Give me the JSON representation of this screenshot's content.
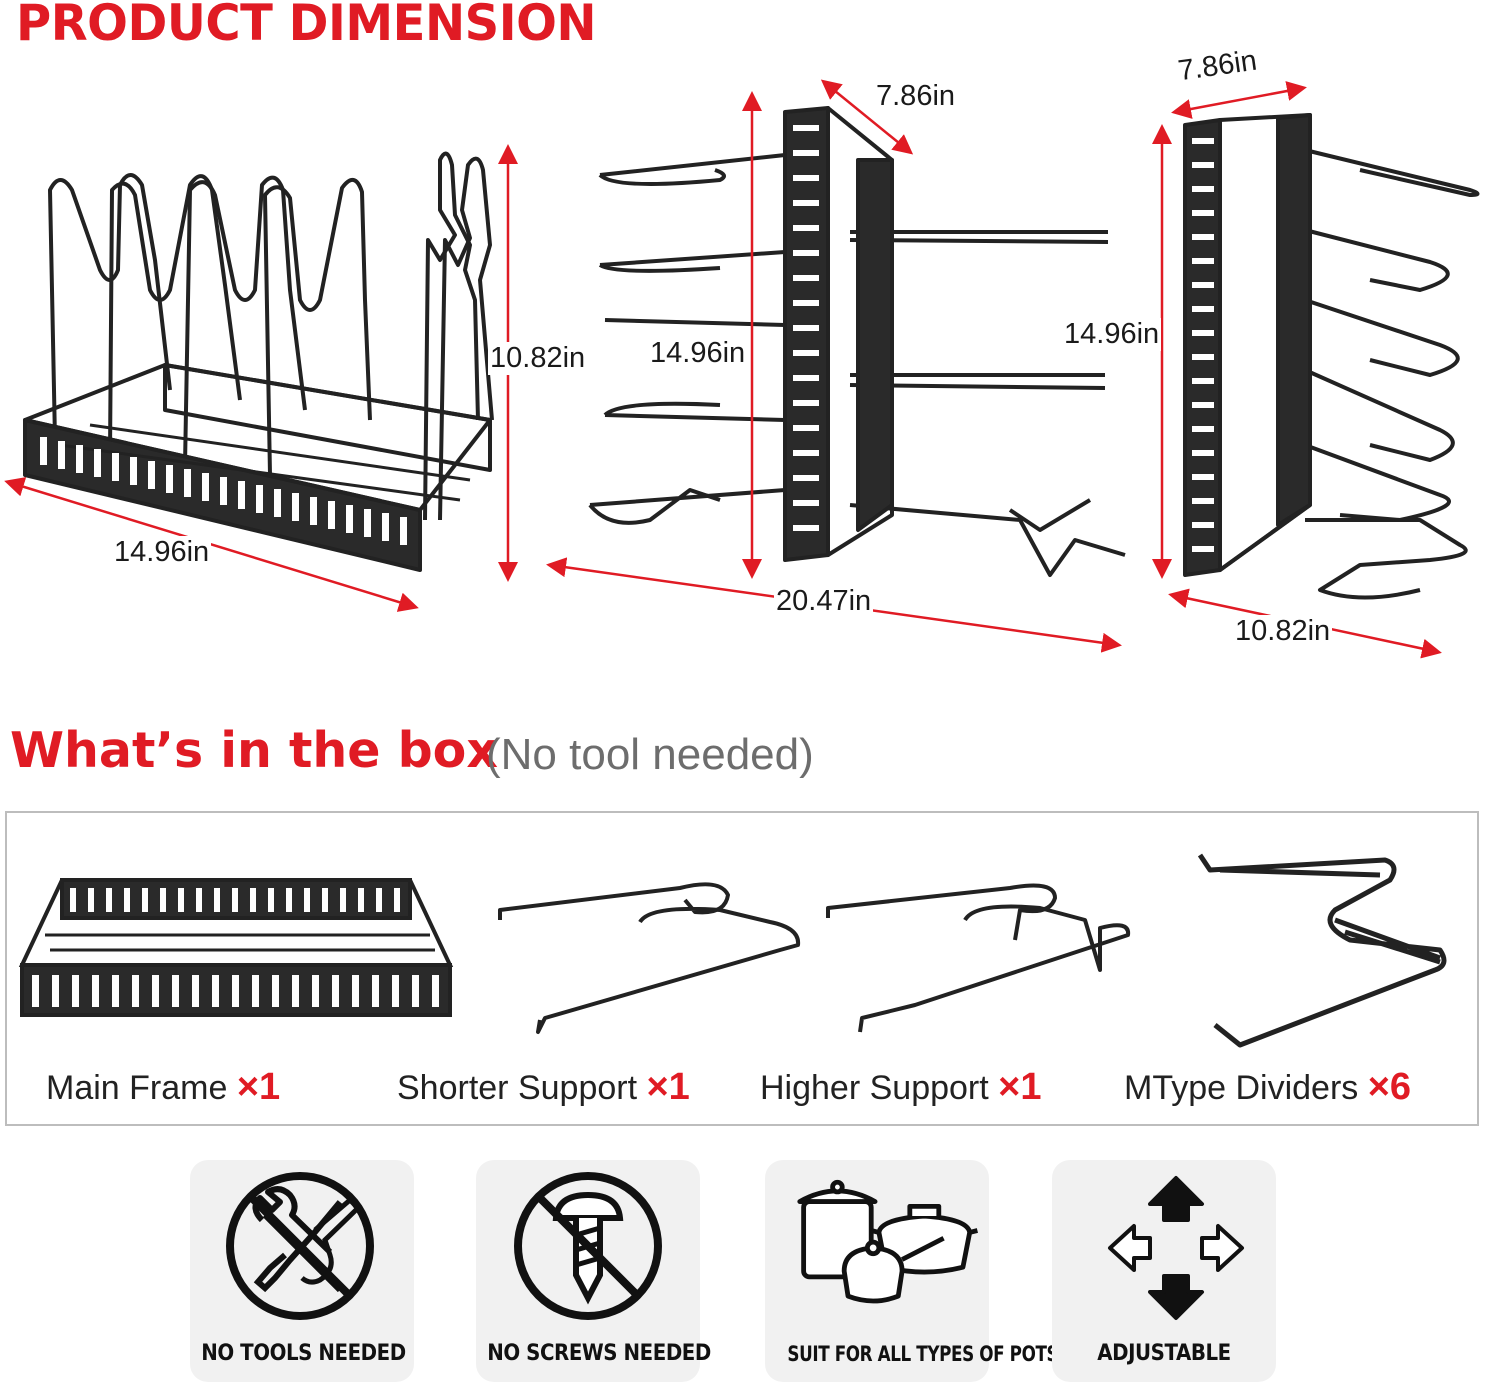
{
  "headings": {
    "product_dimension": "PRODUCT DIMENSION",
    "whats_in_box": "What’s in the box",
    "whats_in_box_note": "(No tool needed)"
  },
  "dimensions": {
    "view1": {
      "length": "14.96in",
      "height": "10.82in"
    },
    "view2": {
      "depth": "7.86in",
      "height": "14.96in",
      "length": "20.47in"
    },
    "view3": {
      "depth": "7.86in",
      "height": "14.96in",
      "length": "10.82in"
    }
  },
  "box_items": [
    {
      "label": "Main Frame",
      "qty": "×1"
    },
    {
      "label": "Shorter Support",
      "qty": "×1"
    },
    {
      "label": "Higher Support",
      "qty": "×1"
    },
    {
      "label": "MType Dividers",
      "qty": "×6"
    }
  ],
  "features": [
    {
      "label": "NO TOOLS NEEDED",
      "icon": "no-tools-icon"
    },
    {
      "label": "NO SCREWS NEEDED",
      "icon": "no-screws-icon"
    },
    {
      "label": "SUIT FOR ALL TYPES OF POTS",
      "icon": "pots-icon"
    },
    {
      "label": "ADJUSTABLE",
      "icon": "adjustable-arrows-icon"
    }
  ],
  "colors": {
    "accent_red": "#e01b24",
    "rack_black": "#222222",
    "dimension_arrow": "#e01b24"
  }
}
